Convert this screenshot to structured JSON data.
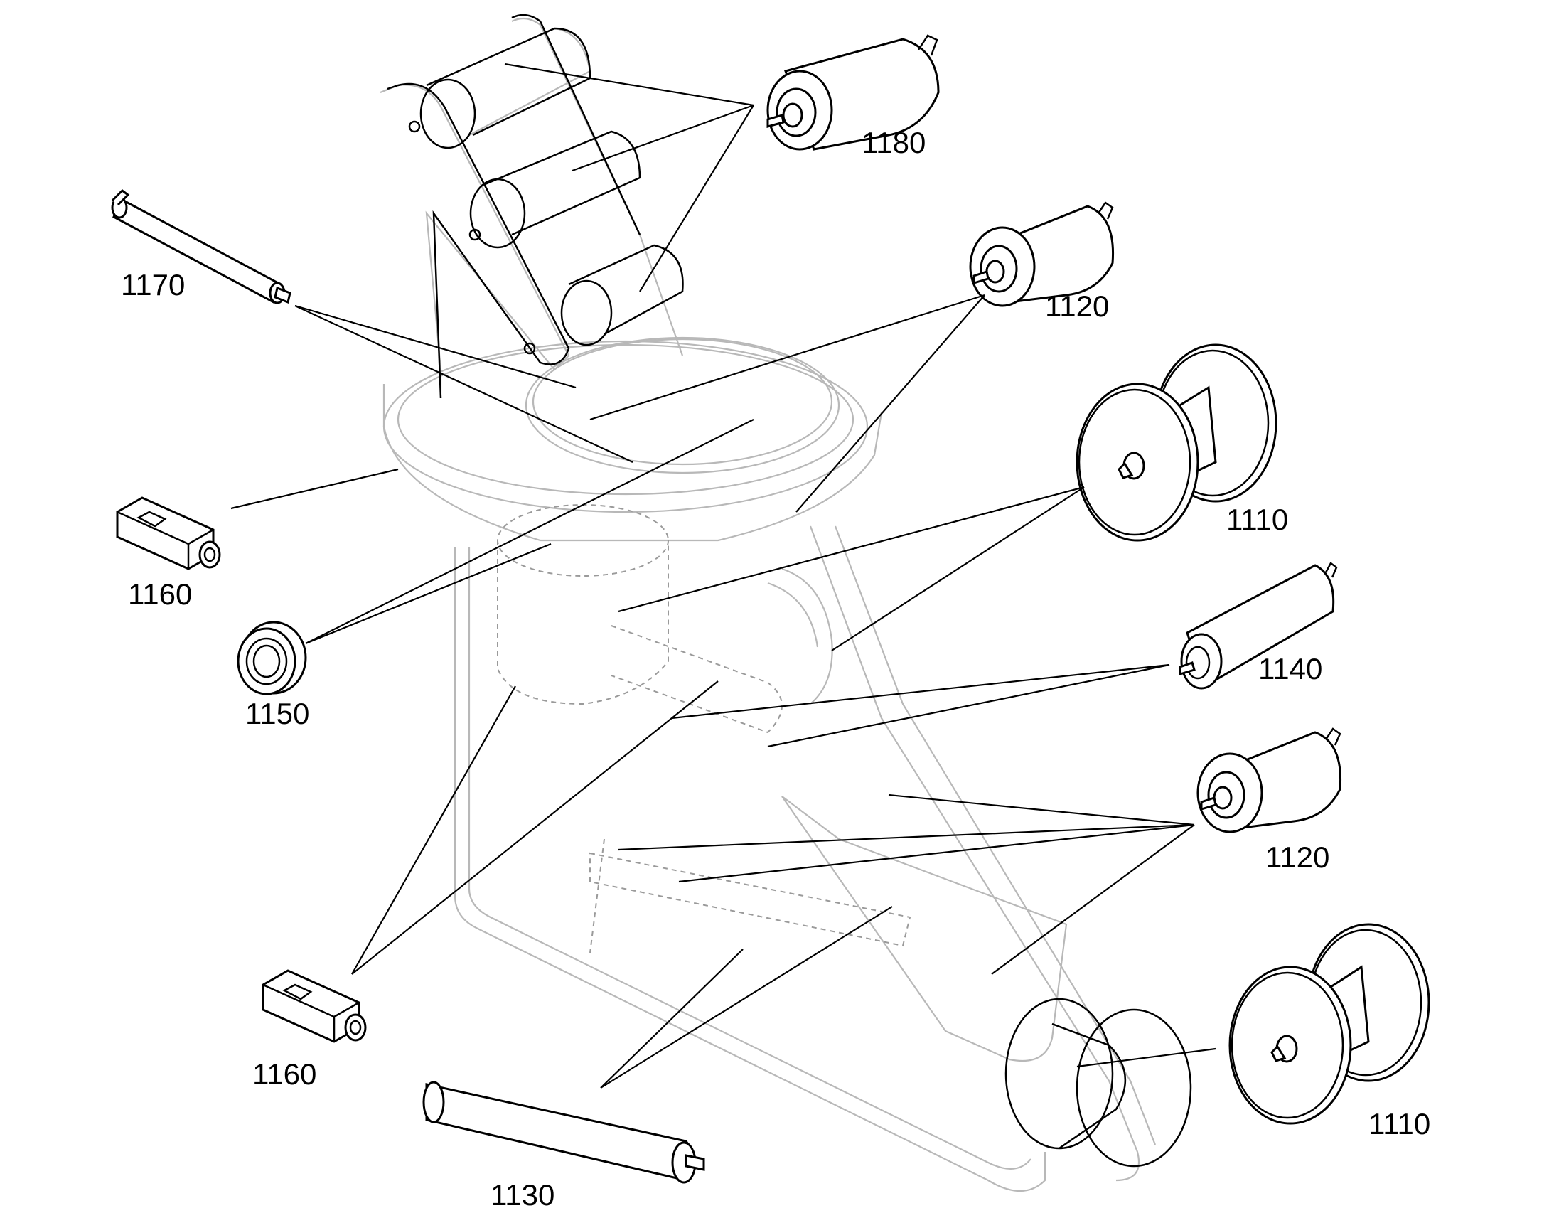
{
  "diagram": {
    "labels": {
      "p1180": "1180",
      "p1170": "1170",
      "p1120a": "1120",
      "p1110a": "1110",
      "p1160a": "1160",
      "p1150": "1150",
      "p1140": "1140",
      "p1120b": "1120",
      "p1110b": "1110",
      "p1160b": "1160",
      "p1130": "1130"
    }
  }
}
